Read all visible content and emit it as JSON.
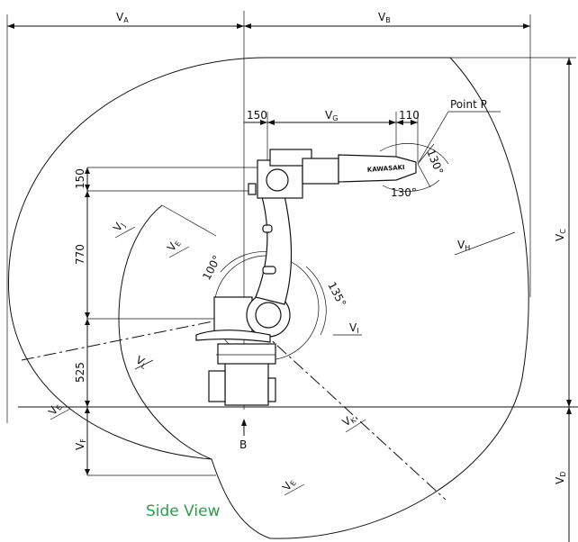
{
  "diagram": {
    "title": "Side View",
    "title_color": "#2e9e4a",
    "point_label": "Point P",
    "view_marker": "B",
    "dims": {
      "va": {
        "main": "V",
        "sub": "A"
      },
      "vb": {
        "main": "V",
        "sub": "B"
      },
      "vc": {
        "main": "V",
        "sub": "C"
      },
      "vd": {
        "main": "V",
        "sub": "D"
      },
      "ve": {
        "main": "V",
        "sub": "E"
      },
      "vf": {
        "main": "V",
        "sub": "F"
      },
      "vg": {
        "main": "V",
        "sub": "G"
      },
      "vh": {
        "main": "V",
        "sub": "H"
      },
      "vi": {
        "main": "V",
        "sub": "I"
      },
      "vj": {
        "main": "V",
        "sub": "J"
      },
      "vk": {
        "main": "V",
        "sub": "K"
      },
      "vl": {
        "main": "V",
        "sub": "L"
      }
    },
    "numbers": {
      "n150_top": "150",
      "n110": "110",
      "n150_left": "150",
      "n770": "770",
      "n525": "525"
    },
    "angles": {
      "wrist_upper": "130°",
      "wrist_lower": "130°",
      "arm_upper": "100°",
      "arm_lower": "135°"
    },
    "brand": "KAWASAKI"
  }
}
